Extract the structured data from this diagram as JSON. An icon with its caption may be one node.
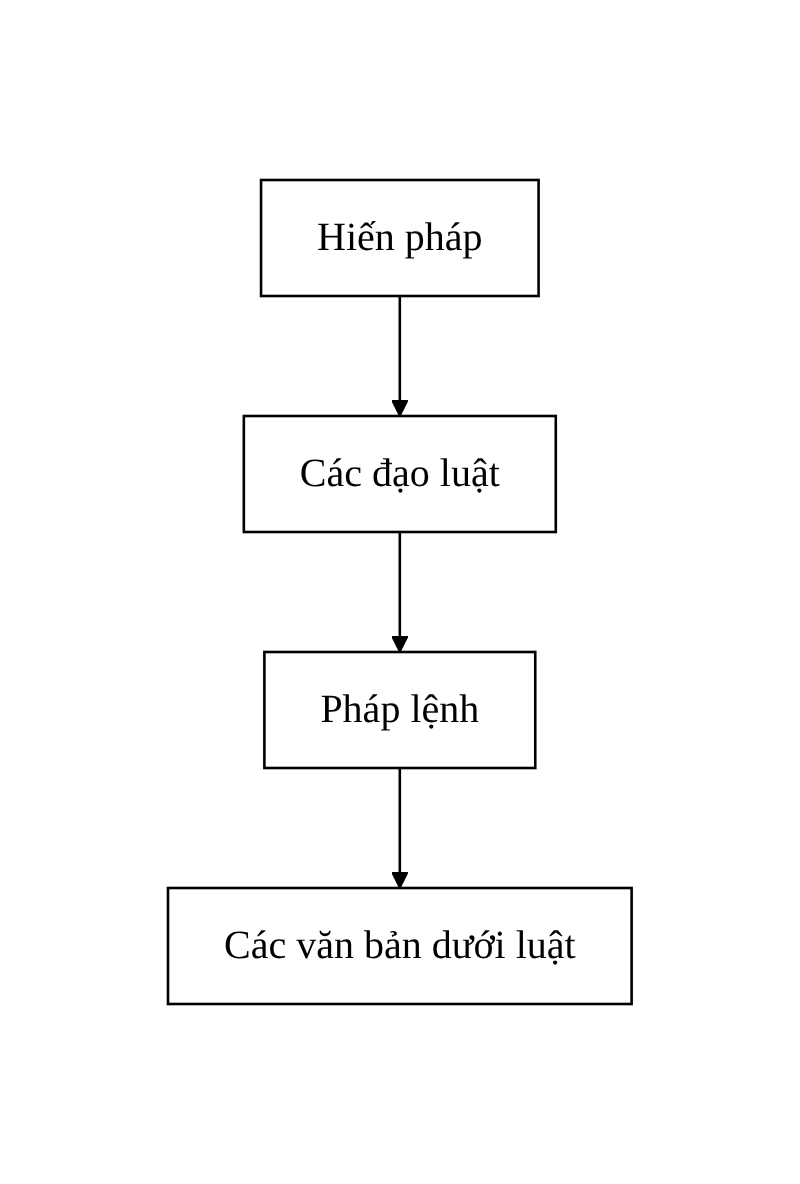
{
  "diagram": {
    "nodes": [
      {
        "text": [
          "Hiến pháp"
        ]
      },
      {
        "text": [
          "Các đạo luật"
        ]
      },
      {
        "text": [
          "Pháp lệnh"
        ]
      },
      {
        "text": [
          "Các văn bản dưới luật"
        ]
      }
    ],
    "edges": [
      {
        "from": 0,
        "to": 1,
        "arrow": "to"
      },
      {
        "from": 1,
        "to": 2,
        "arrow": "to"
      },
      {
        "from": 2,
        "to": 3,
        "arrow": "to"
      }
    ]
  }
}
